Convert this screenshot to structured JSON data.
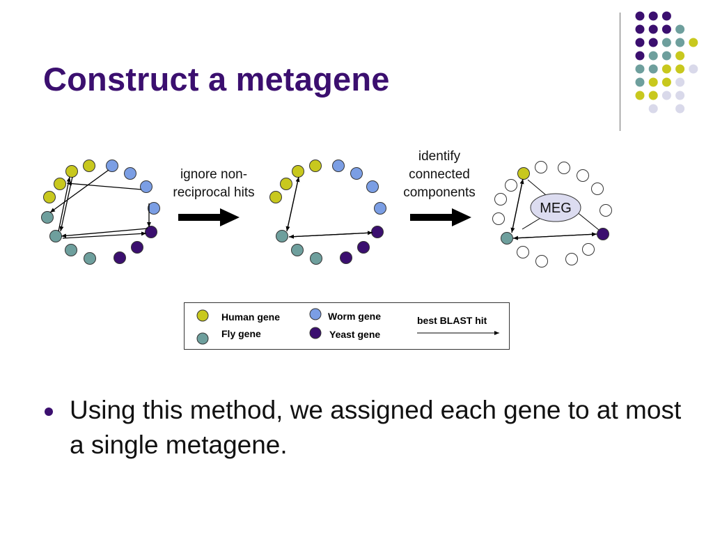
{
  "slide": {
    "title": "Construct a metagene",
    "step1_caption": "ignore non-\nreciprocal hits",
    "step2_caption": "identify\nconnected\ncomponents",
    "metagene_label": "MEG",
    "legend": {
      "human": "Human gene",
      "fly": "Fly gene",
      "worm": "Worm gene",
      "yeast": "Yeast gene",
      "arrow": "best BLAST hit"
    },
    "bullet": "Using this method, we assigned each gene to at most a single metagene."
  },
  "colors": {
    "human": "#c8c81e",
    "fly": "#6e9f9d",
    "worm": "#7b9ee4",
    "yeast": "#3b0f6f",
    "empty": "#ffffff",
    "meg_fill": "#dcdcf0",
    "deco_light": "#d9d9ea",
    "title": "#3b0f6f"
  }
}
